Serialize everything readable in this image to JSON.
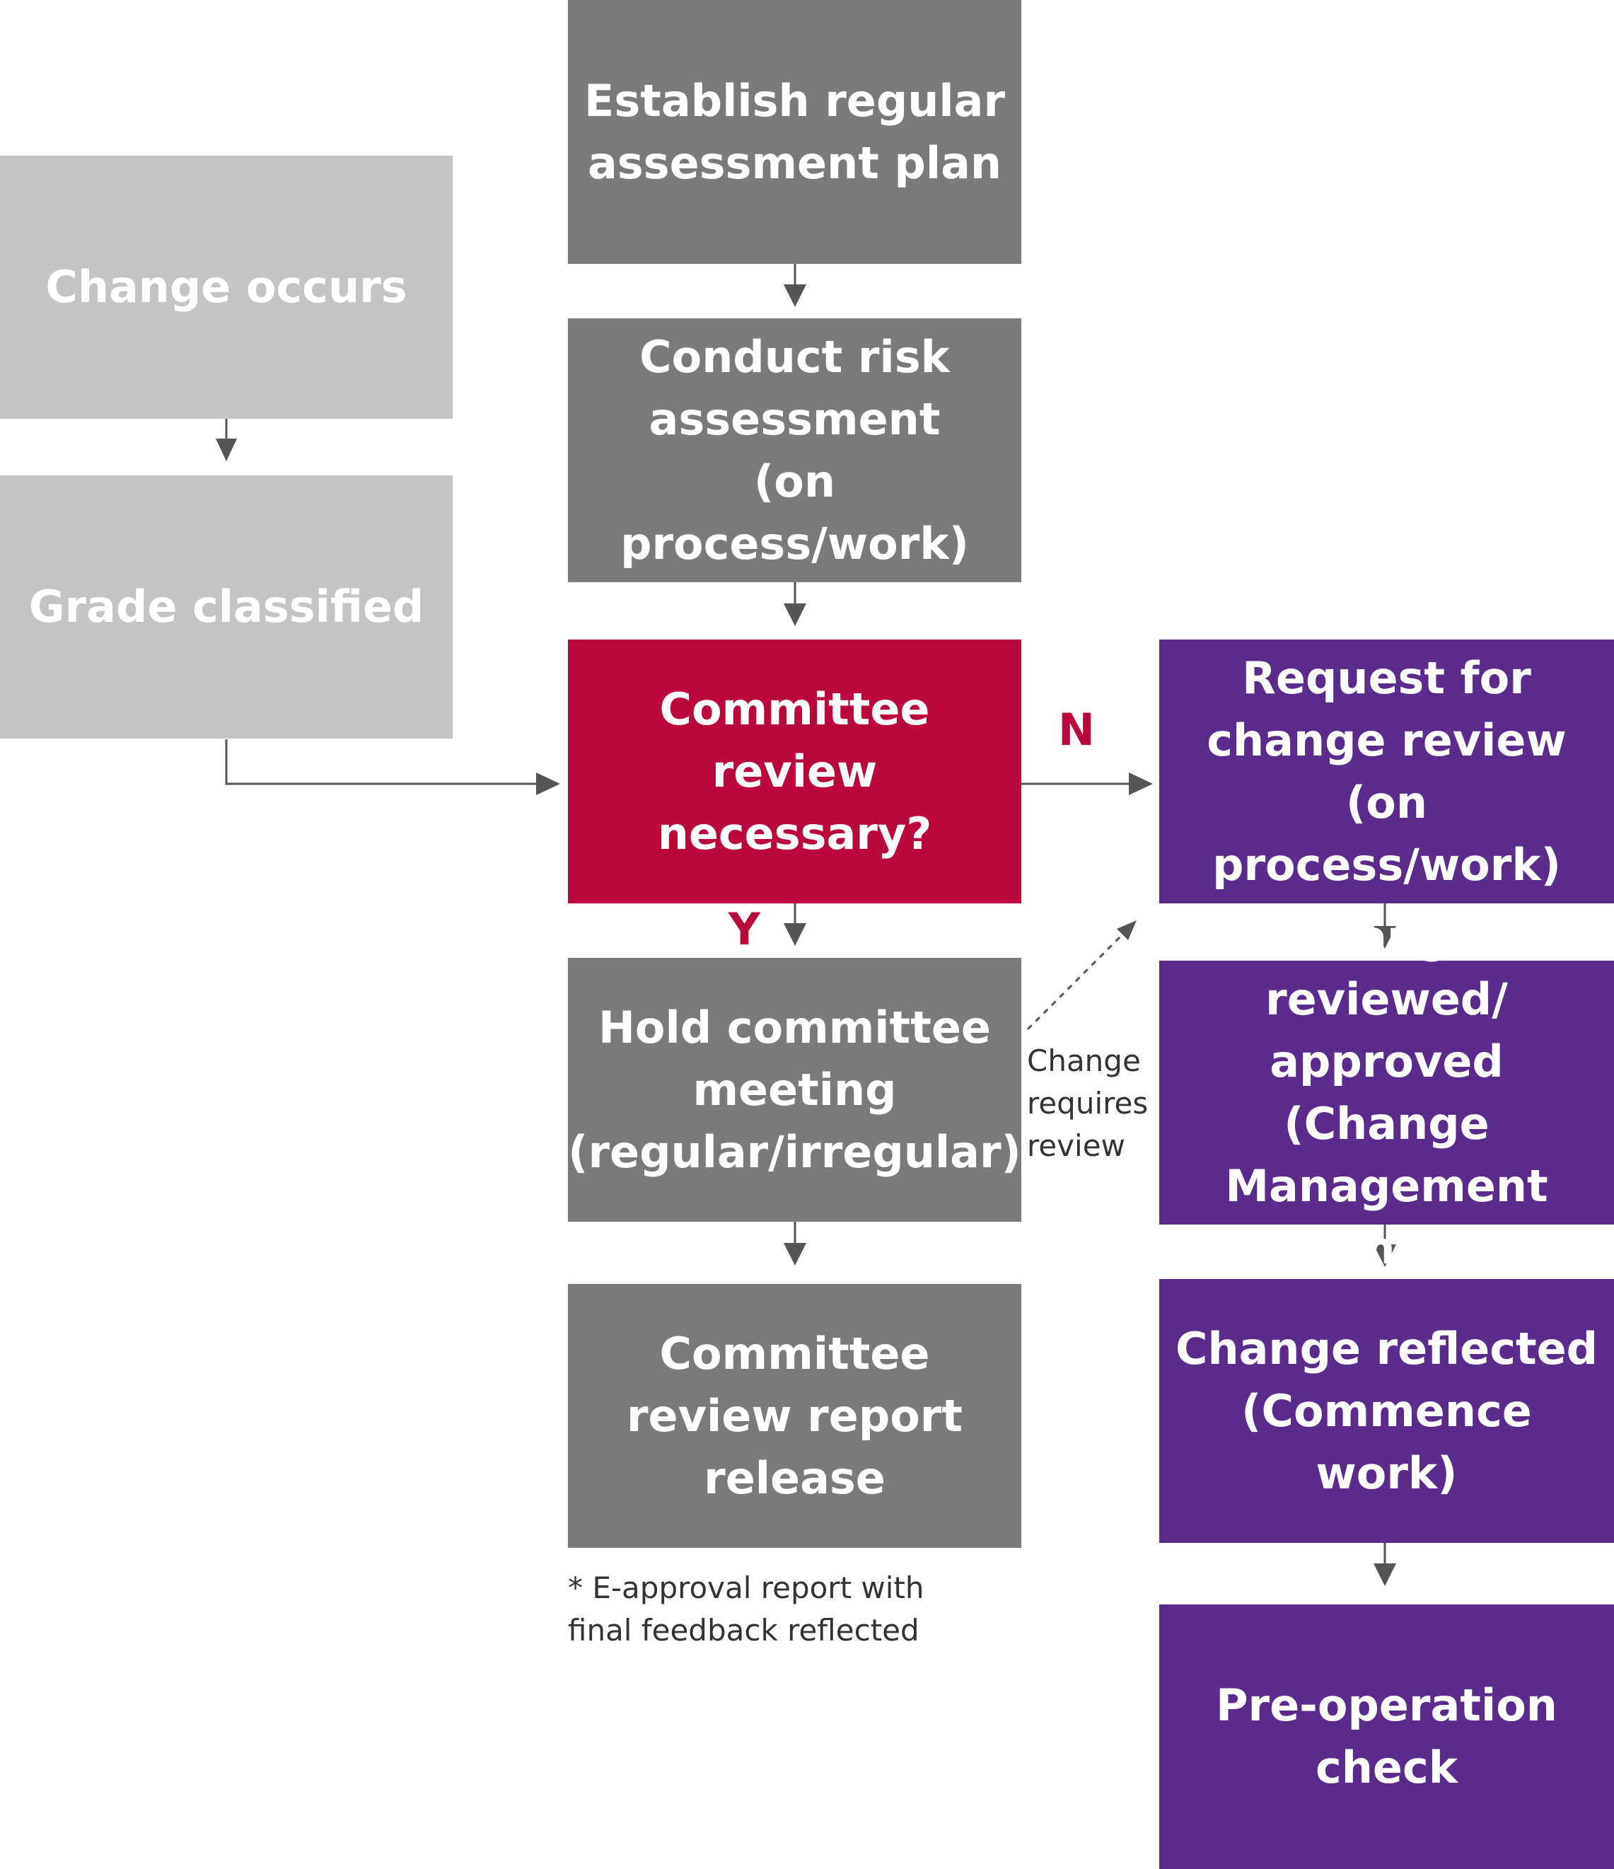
{
  "nodes": {
    "change_occurs": "Change occurs",
    "grade_classified": "Grade classified",
    "establish_plan": "Establish regular\nassessment plan",
    "conduct_risk": "Conduct risk\nassessment\n(on process/work)",
    "committee_necessary": "Committee\nreview necessary?",
    "hold_meeting": "Hold committee\nmeeting\n(regular/irregular)",
    "report_release": "Committee\nreview report\nrelease",
    "request_review": "Request for\nchange review\n(on process/work)",
    "change_reviewed": "Change reviewed/\napproved (Change\nManagement\nCommittee)",
    "change_reflected": "Change reflected\n(Commence work)",
    "pre_operation": "Pre-operation\ncheck"
  },
  "labels": {
    "no": "N",
    "yes": "Y",
    "change_requires_review": "Change\nrequires\nreview",
    "footnote": "* E-approval report with\n   final feedback reflected"
  },
  "colors": {
    "light_gray": "#c4c4c4",
    "dark_gray": "#7a7a7a",
    "decision_red": "#bb083c",
    "purple": "#5a2b8b",
    "arrow": "#555555"
  }
}
